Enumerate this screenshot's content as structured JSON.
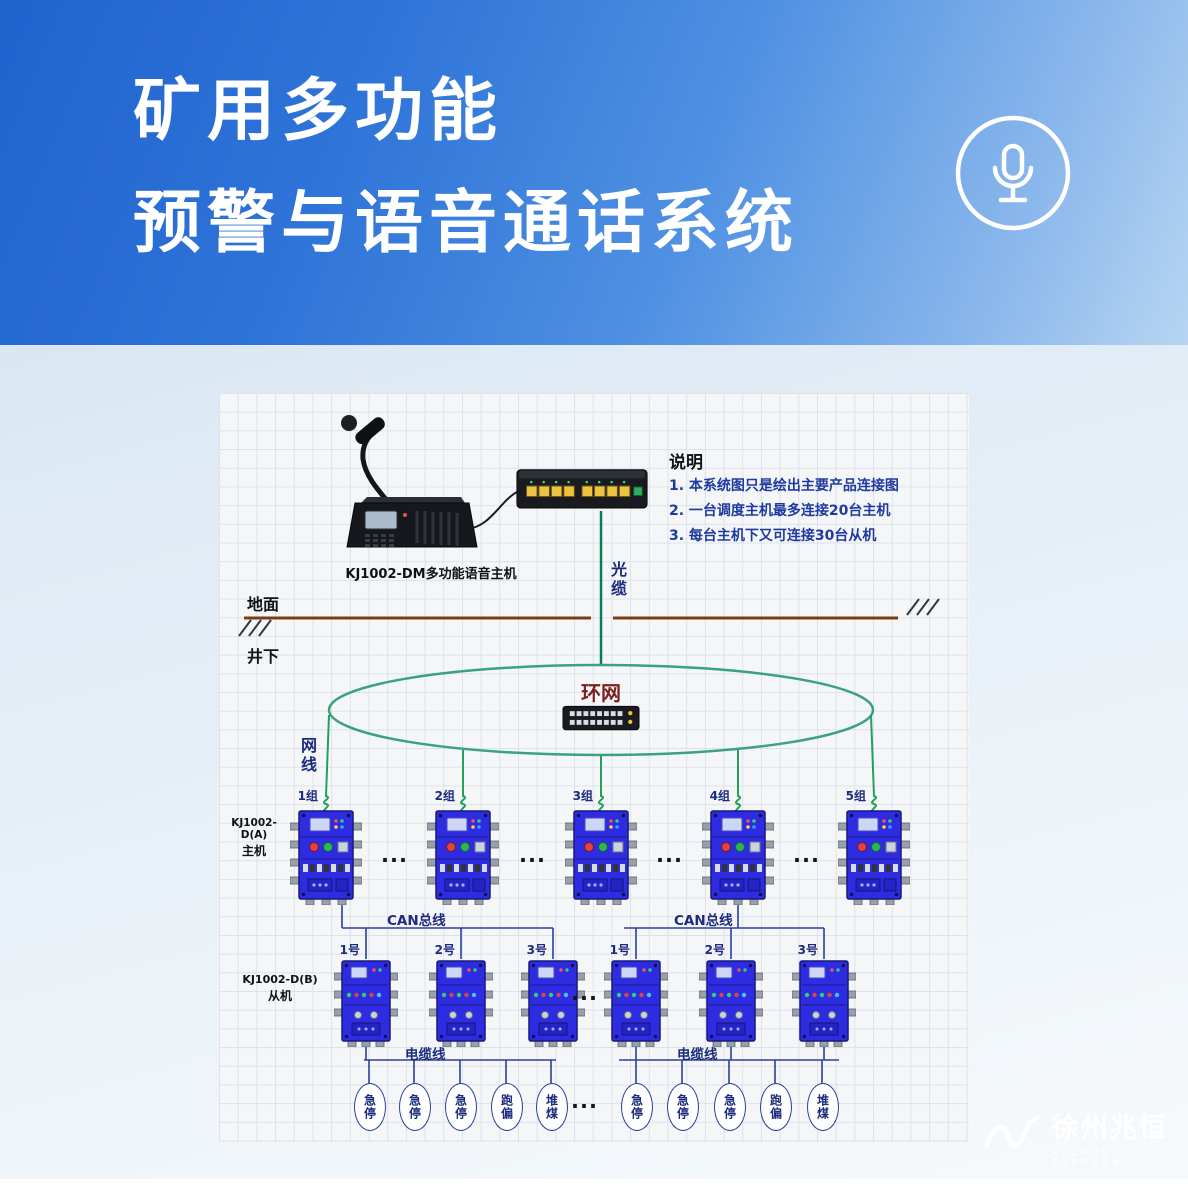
{
  "header": {
    "title_line1": "矿用多功能",
    "title_line2": "预警与语音通话系统"
  },
  "console": {
    "label": "KJ1002-DM多功能语音主机"
  },
  "notes": {
    "title": "说明",
    "items": [
      "1. 本系统图只是绘出主要产品连接图",
      "2. 一台调度主机最多连接20台主机",
      "3. 每台主机下又可连接30台从机"
    ]
  },
  "labels": {
    "fiber": "光缆",
    "surface": "地面",
    "underground": "井下",
    "ring": "环网",
    "netline": "网线",
    "can_bus": "CAN总线",
    "cable_line": "电缆线",
    "ellipsis": "...",
    "master_model": "KJ1002-D(A)",
    "master_role": "主机",
    "slave_model": "KJ1002-D(B)",
    "slave_role": "从机"
  },
  "groups": [
    "1组",
    "2组",
    "3组",
    "4组",
    "5组"
  ],
  "slaves": [
    "1号",
    "2号",
    "3号",
    "1号",
    "2号",
    "3号"
  ],
  "sensors": [
    "急停",
    "急停",
    "急停",
    "跑偏",
    "堆煤",
    "急停",
    "急停",
    "急停",
    "跑偏",
    "堆煤"
  ],
  "watermark": {
    "name": "徐州兆恒",
    "sub": "XUZHOU ZHAOHENG"
  },
  "colors": {
    "header_blue": "#2f6fd3",
    "device_blue": "#2d2ce2",
    "ring_green": "#3aa183",
    "line_green": "#23a257",
    "bus_navy": "#2b3f9e",
    "ground_brown": "#7a3e14"
  }
}
